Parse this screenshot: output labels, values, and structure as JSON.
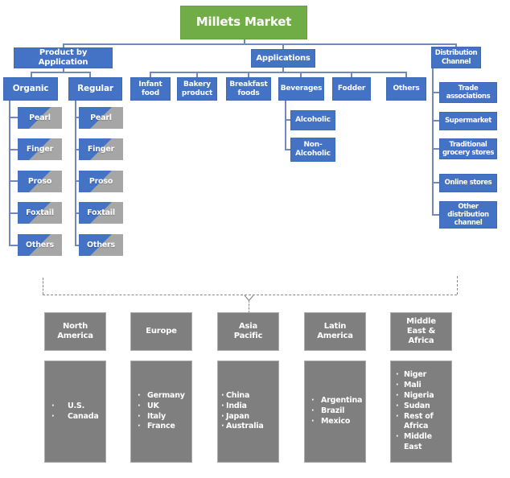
{
  "title": "Millets Market",
  "colors": {
    "root_green": "#70ad47",
    "node_blue": "#4472c4",
    "leaf_gray": "#a6a6a6",
    "region_gray": "#7f7f7f",
    "connector_blue": "#7289bd",
    "dashed_gray": "#8a8a8a"
  },
  "ui": {
    "bullet": "·"
  },
  "tree": {
    "branches": [
      {
        "label": "Product by Application",
        "children": [
          {
            "label": "Organic",
            "items": [
              "Pearl",
              "Finger",
              "Proso",
              "Foxtail",
              "Others"
            ]
          },
          {
            "label": "Regular",
            "items": [
              "Pearl",
              "Finger",
              "Proso",
              "Foxtail",
              "Others"
            ]
          }
        ]
      },
      {
        "label": "Applications",
        "children": [
          {
            "label": "Infant food"
          },
          {
            "label": "Bakery product"
          },
          {
            "label": "Breakfast foods"
          },
          {
            "label": "Beverages",
            "items": [
              "Alcoholic",
              "Non-Alcoholic"
            ]
          },
          {
            "label": "Fodder"
          },
          {
            "label": "Others"
          }
        ]
      },
      {
        "label": "Distribution Channel",
        "items": [
          "Trade associations",
          "Supermarket",
          "Traditional grocery stores",
          "Online stores",
          "Other distribution channel"
        ]
      }
    ]
  },
  "regions": [
    {
      "name": "North America",
      "countries": [
        "U.S.",
        "Canada"
      ]
    },
    {
      "name": "Europe",
      "countries": [
        "Germany",
        "UK",
        "Italy",
        "France"
      ]
    },
    {
      "name": "Asia Pacific",
      "countries": [
        "China",
        "India",
        "Japan",
        "Australia"
      ]
    },
    {
      "name": "Latin America",
      "countries": [
        "Argentina",
        "Brazil",
        "Mexico"
      ]
    },
    {
      "name": "Middle East & Africa",
      "countries": [
        "Niger",
        "Mali",
        "Nigeria",
        "Sudan",
        "Rest of Africa",
        "Middle East"
      ]
    }
  ]
}
